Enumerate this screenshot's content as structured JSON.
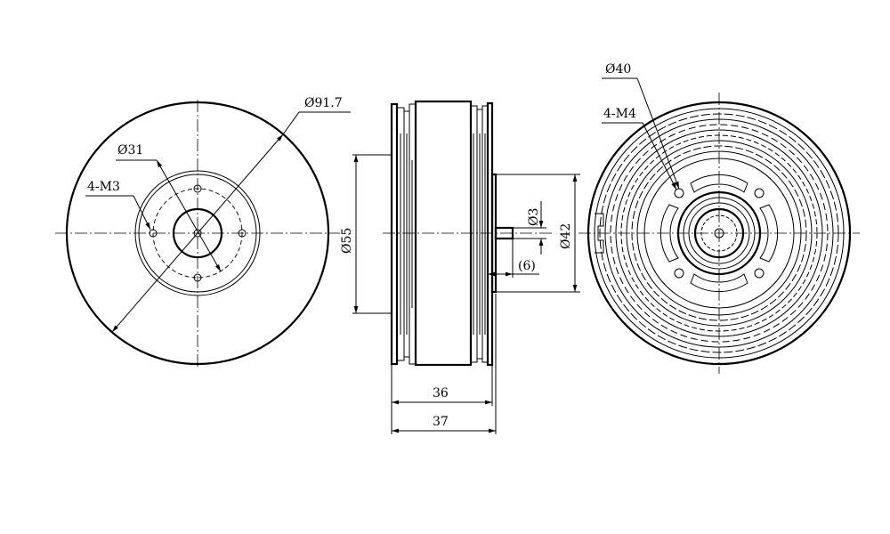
{
  "front_view": {
    "outer_diameter": "Ø91.7",
    "bolt_circle": "Ø31",
    "mount_holes": "4-M3"
  },
  "side_view": {
    "body_diameter": "Ø55",
    "shaft_diameter": "Ø3",
    "hub_diameter": "Ø42",
    "shaft_length": "(6)",
    "width_inner": "36",
    "width_overall": "37"
  },
  "rear_view": {
    "bolt_circle": "Ø40",
    "mount_holes": "4-M4"
  }
}
